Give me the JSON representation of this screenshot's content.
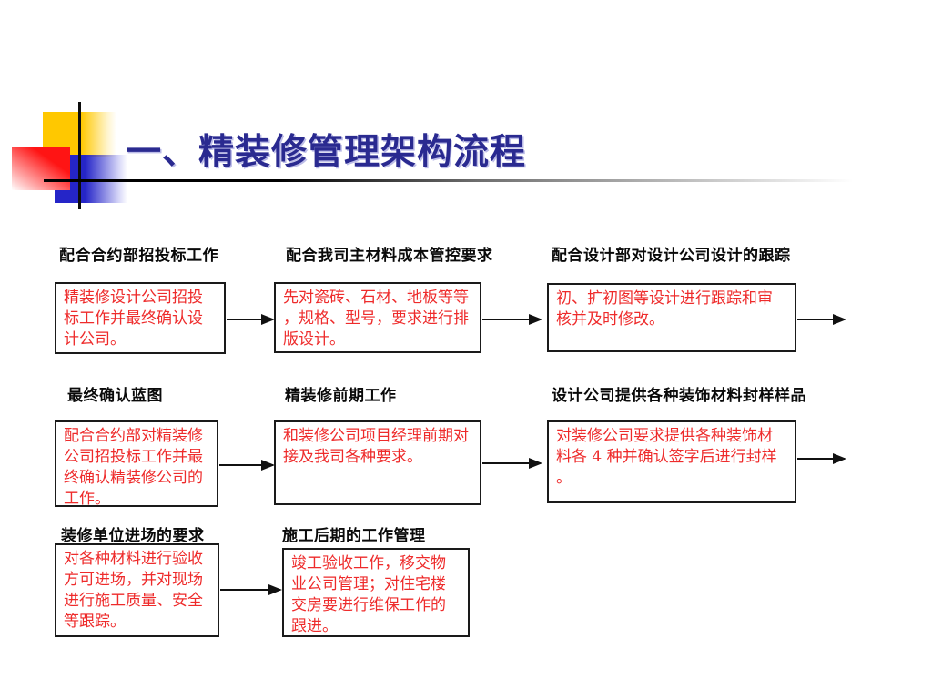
{
  "slide": {
    "title": "一、精装修管理架构流程"
  },
  "flow": {
    "rows": [
      {
        "steps": [
          {
            "header": "配合合约部招投标工作",
            "body": "精装修设计公司招投\n标工作并最终确认设\n计公司。"
          },
          {
            "header": "配合我司主材料成本管控要求",
            "body": "先对瓷砖、石材、地板等等\n，规格、型号，要求进行排\n版设计。"
          },
          {
            "header": "配合设计部对设计公司设计的跟踪",
            "body": "初、扩初图等设计进行跟踪和审\n核并及时修改。"
          }
        ]
      },
      {
        "steps": [
          {
            "header": "最终确认蓝图",
            "body": "配合合约部对精装修\n公司招投标工作并最\n终确认精装修公司的\n工作。"
          },
          {
            "header": "精装修前期工作",
            "body": "和装修公司项目经理前期对\n接及我司各种要求。"
          },
          {
            "header": "设计公司提供各种装饰材料封样样品",
            "body": "对装修公司要求提供各种装饰材\n料各 4 种并确认签字后进行封样\n。"
          }
        ]
      },
      {
        "steps": [
          {
            "header": "装修单位进场的要求",
            "body": "对各种材料进行验收\n方可进场，并对现场\n进行施工质量、安全\n等跟踪。"
          },
          {
            "header": "施工后期的工作管理",
            "body": "竣工验收工作，移交物\n业公司管理；对住宅楼\n交房要进行维保工作的\n跟进。"
          }
        ]
      }
    ]
  },
  "colors": {
    "title_text": "#2A2A90",
    "header_text": "#0A0A0A",
    "box_text": "#EE2B2B",
    "box_border": "#1A1A1A",
    "accent_yellow": "#FFC800",
    "accent_red": "#FF1414",
    "accent_blue": "#2525C8"
  }
}
